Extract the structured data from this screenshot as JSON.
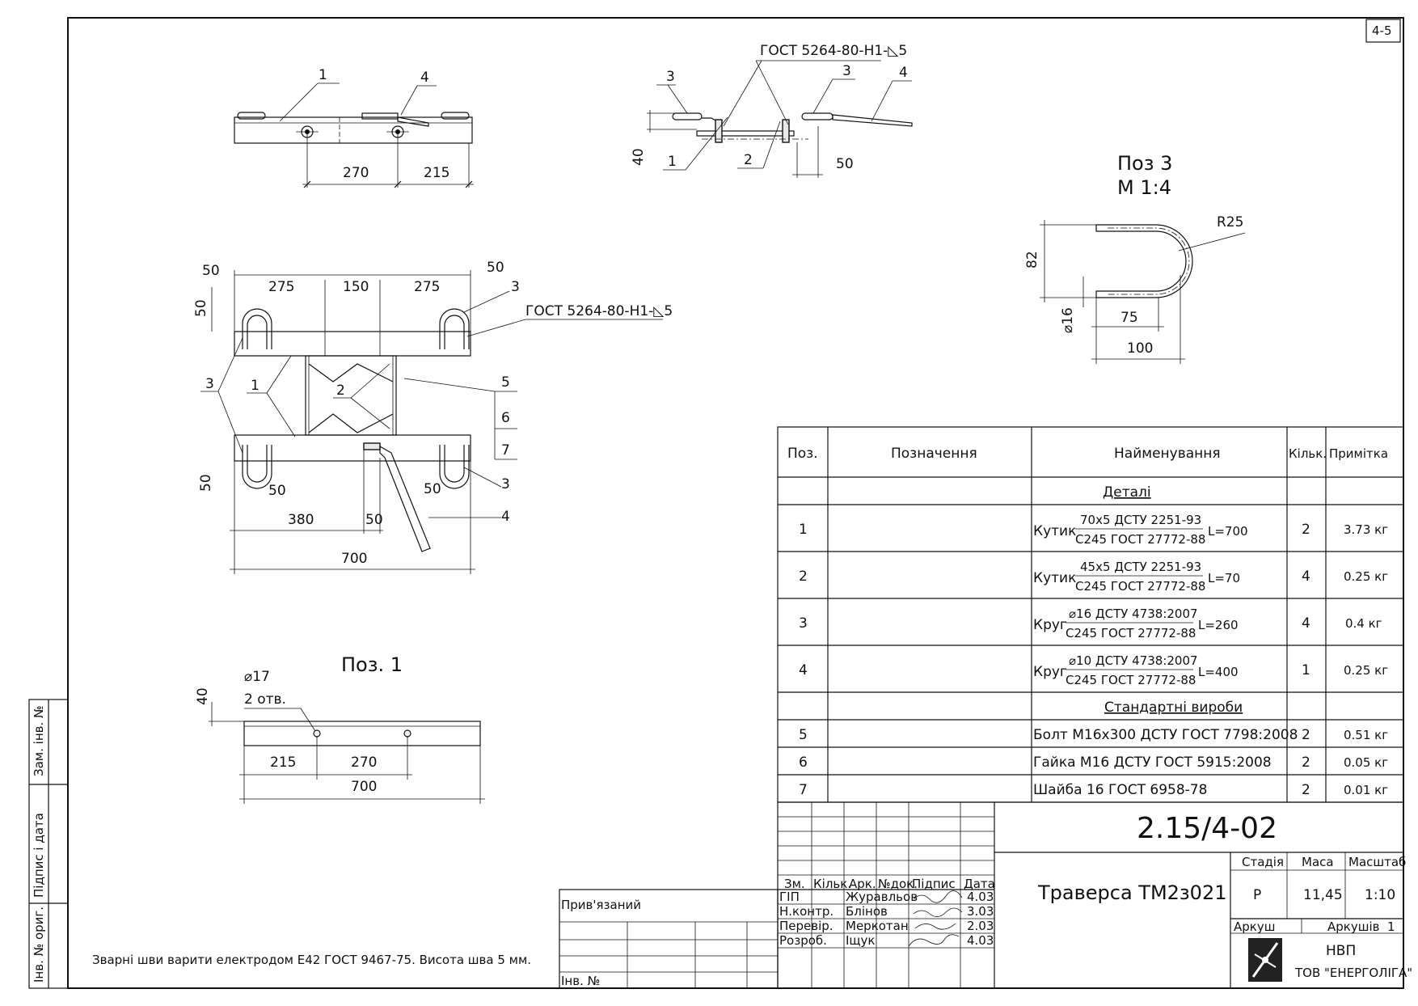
{
  "sheet_number": "4-5",
  "views": {
    "top": {
      "callout1": "1",
      "callout4": "4",
      "dim_a": "270",
      "dim_b": "215"
    },
    "section": {
      "weld_note": "ГОСТ 5264-80-Н1-◺5",
      "c3a": "3",
      "c3b": "3",
      "c4": "4",
      "c1": "1",
      "c2": "2",
      "dim_h": "40",
      "dim_50": "50"
    },
    "plan": {
      "d50l": "50",
      "d275a": "275",
      "d150": "150",
      "d275b": "275",
      "d50r": "50",
      "d50v": "50",
      "c3_top": "3",
      "weld_note": "ГОСТ 5264-80-Н1-◺5",
      "c3_left": "3",
      "c1": "1",
      "c2": "2",
      "c5": "5",
      "c6": "6",
      "c7": "7",
      "d50_v2": "50",
      "d50_b1": "50",
      "d50_b2": "50",
      "c3_bottom": "3",
      "d380": "380",
      "d50_b3": "50",
      "c4": "4",
      "d700": "700"
    },
    "poz3": {
      "title": "Поз 3",
      "scale": "М 1:4",
      "r": "R25",
      "h": "82",
      "dia": "⌀16",
      "d75": "75",
      "d100": "100"
    },
    "poz1": {
      "title": "Поз. 1",
      "dia": "⌀17",
      "holes": "2 отв.",
      "h": "40",
      "d215": "215",
      "d270": "270",
      "d700": "700"
    }
  },
  "note": "Зварні шви варити електродом Е42 ГОСТ 9467-75. Висота шва 5 мм.",
  "spec": {
    "headers": {
      "pos": "Поз.",
      "designation": "Позначення",
      "name": "Найменування",
      "qty": "Кільк.",
      "note": "Примітка"
    },
    "section_details": "Деталі",
    "section_standard": "Стандартні вироби",
    "details": [
      {
        "pos": "1",
        "type": "Кутик",
        "top": "70х5 ДСТУ 2251-93",
        "bottom": "С245 ГОСТ 27772-88",
        "len": "L=700",
        "qty": "2",
        "mass": "3.73 кг"
      },
      {
        "pos": "2",
        "type": "Кутик",
        "top": "45х5 ДСТУ 2251-93",
        "bottom": "С245 ГОСТ 27772-88",
        "len": "L=70",
        "qty": "4",
        "mass": "0.25 кг"
      },
      {
        "pos": "3",
        "type": "Круг",
        "top": "⌀16 ДСТУ 4738:2007",
        "bottom": "С245 ГОСТ 27772-88",
        "len": "L=260",
        "qty": "4",
        "mass": "0.4 кг"
      },
      {
        "pos": "4",
        "type": "Круг",
        "top": "⌀10 ДСТУ 4738:2007",
        "bottom": "С245 ГОСТ 27772-88",
        "len": "L=400",
        "qty": "1",
        "mass": "0.25 кг"
      }
    ],
    "standard": [
      {
        "pos": "5",
        "name": "Болт М16х300 ДСТУ ГОСТ 7798:2008",
        "qty": "2",
        "mass": "0.51 кг"
      },
      {
        "pos": "6",
        "name": "Гайка М16 ДСТУ ГОСТ 5915:2008",
        "qty": "2",
        "mass": "0.05 кг"
      },
      {
        "pos": "7",
        "name": "Шайба 16 ГОСТ 6958-78",
        "qty": "2",
        "mass": "0.01 кг"
      }
    ]
  },
  "title_block": {
    "code": "2.15/4-02",
    "title": "Траверса ТМ2з021",
    "col_headers": {
      "zm": "Зм.",
      "qty": "Кільк.",
      "ark": "Арк.",
      "doc": "№док.",
      "sign": "Підпис",
      "date": "Дата"
    },
    "roles": [
      {
        "role": "ГІП",
        "name": "Журавльов",
        "date": "4.03"
      },
      {
        "role": "Н.контр.",
        "name": "Блінов",
        "date": "3.03"
      },
      {
        "role": "Перевір.",
        "name": "Меркотан",
        "date": "2.03"
      },
      {
        "role": "Розроб.",
        "name": "Іщук",
        "date": "4.03"
      }
    ],
    "stage_label": "Стадія",
    "mass_label": "Маса",
    "scale_label": "Масштаб",
    "stage": "Р",
    "mass": "11,45",
    "scale": "1:10",
    "sheet_label": "Аркуш",
    "sheets_label": "Аркушів",
    "sheets": "1",
    "org_line1": "НВП",
    "org_line2": "ТОВ \"ЕНЕРГОЛІГА\""
  },
  "binding": {
    "label": "Прив'язаний",
    "inv": "Інв. №"
  },
  "side_stamp": {
    "zam": "Зам. інв. №",
    "sign": "Підпис і дата",
    "inv": "Інв. № ориг."
  }
}
